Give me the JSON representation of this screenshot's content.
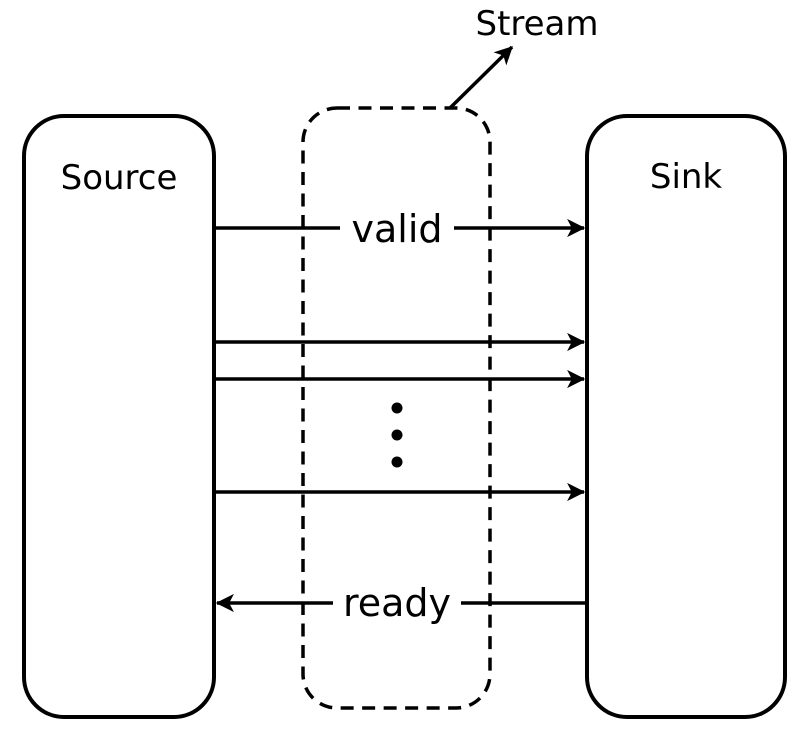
{
  "diagram": {
    "stream_label": "Stream",
    "source_label": "Source",
    "sink_label": "Sink",
    "valid_label": "valid",
    "ready_label": "ready",
    "colors": {
      "line": "#000000",
      "background": "#ffffff"
    }
  }
}
